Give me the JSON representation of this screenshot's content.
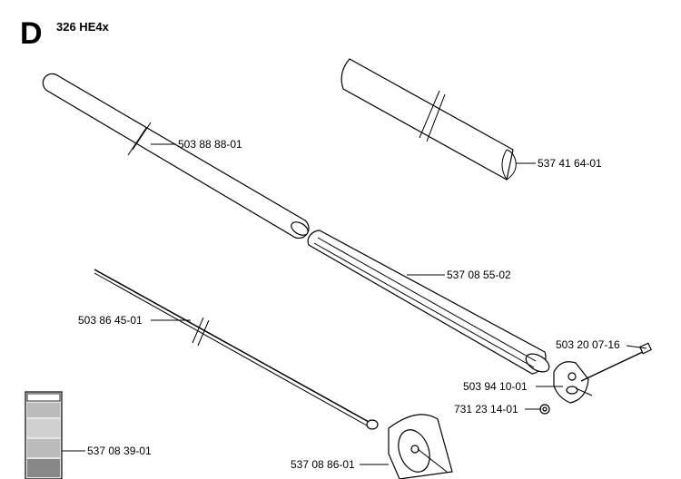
{
  "header": {
    "section_letter": "D",
    "model": "326 HE4x"
  },
  "parts": [
    {
      "id": "p1",
      "number": "503 88 88-01"
    },
    {
      "id": "p2",
      "number": "537 41 64-01"
    },
    {
      "id": "p3",
      "number": "537 08 55-02"
    },
    {
      "id": "p4",
      "number": "503 86 45-01"
    },
    {
      "id": "p5",
      "number": "503 20 07-16"
    },
    {
      "id": "p6",
      "number": "503 94 10-01"
    },
    {
      "id": "p7",
      "number": "731 23 14-01"
    },
    {
      "id": "p8",
      "number": "537 08 39-01"
    },
    {
      "id": "p9",
      "number": "537 08 86-01"
    }
  ]
}
